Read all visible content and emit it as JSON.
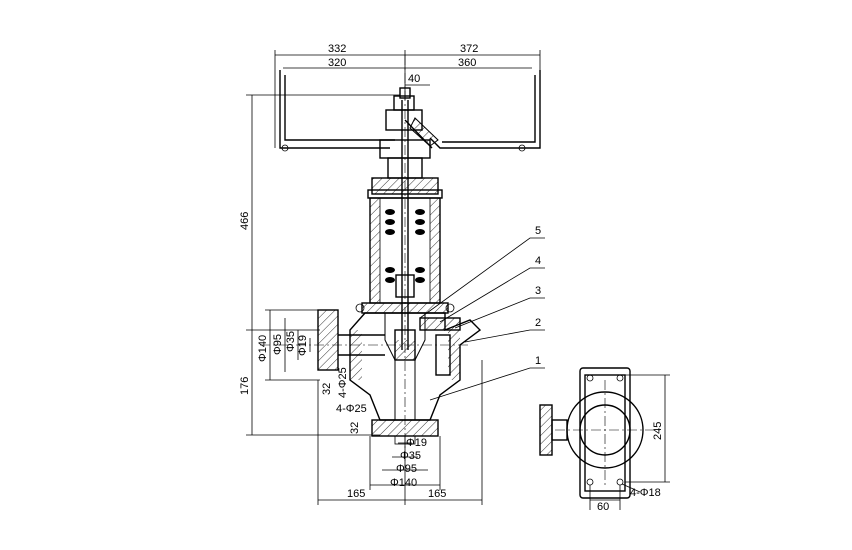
{
  "dimensions": {
    "top_left_outer": "332",
    "top_right_outer": "372",
    "top_left_inner": "320",
    "top_right_inner": "360",
    "stem_offset": "40",
    "overall_height": "466",
    "lower_height": "176",
    "bottom_left": "165",
    "bottom_right": "165",
    "side_width": "245",
    "side_bolt_spacing": "60"
  },
  "inlet_labels": {
    "d140": "Φ140",
    "d95": "Φ95",
    "d35": "Φ35",
    "d19": "Φ19",
    "thick32": "32",
    "bolts": "4-Φ25"
  },
  "outlet_labels": {
    "bolts": "4-Φ25",
    "thick32": "32",
    "d19": "Φ19",
    "d35": "Φ35",
    "d95": "Φ95",
    "d140": "Φ140"
  },
  "side_labels": {
    "bolts": "4-Φ18"
  },
  "parts": [
    "5",
    "4",
    "3",
    "2",
    "1"
  ]
}
